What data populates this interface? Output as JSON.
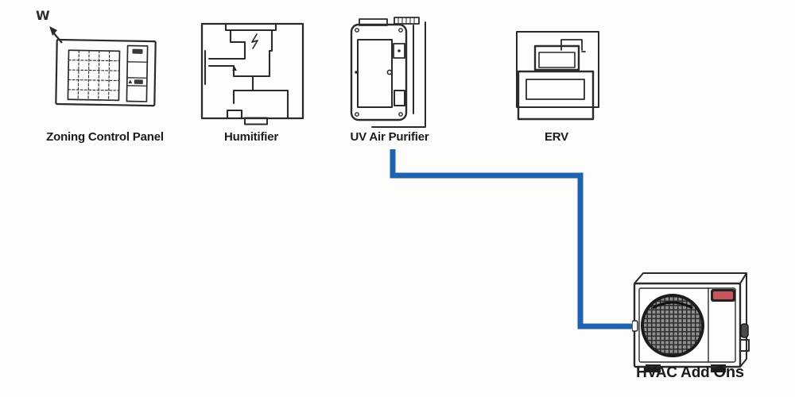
{
  "diagram": {
    "watermark": "W",
    "colors": {
      "connector": "#1f63af",
      "hvac_badge": "#c7565e",
      "ink": "#2b2b2b"
    },
    "devices": [
      {
        "name": "zoning-control-panel",
        "label": "Zoning Control Panel"
      },
      {
        "name": "humidifier",
        "label": "Humitifier"
      },
      {
        "name": "uv-air-purifier",
        "label": "UV Air Purifier"
      },
      {
        "name": "erv",
        "label": "ERV"
      },
      {
        "name": "hvac-add-ons",
        "label": "HVAC Add",
        "label_suffix": "Ons"
      }
    ],
    "connection": {
      "from": "UV Air Purifier",
      "to": "HVAC Add Ons"
    }
  }
}
